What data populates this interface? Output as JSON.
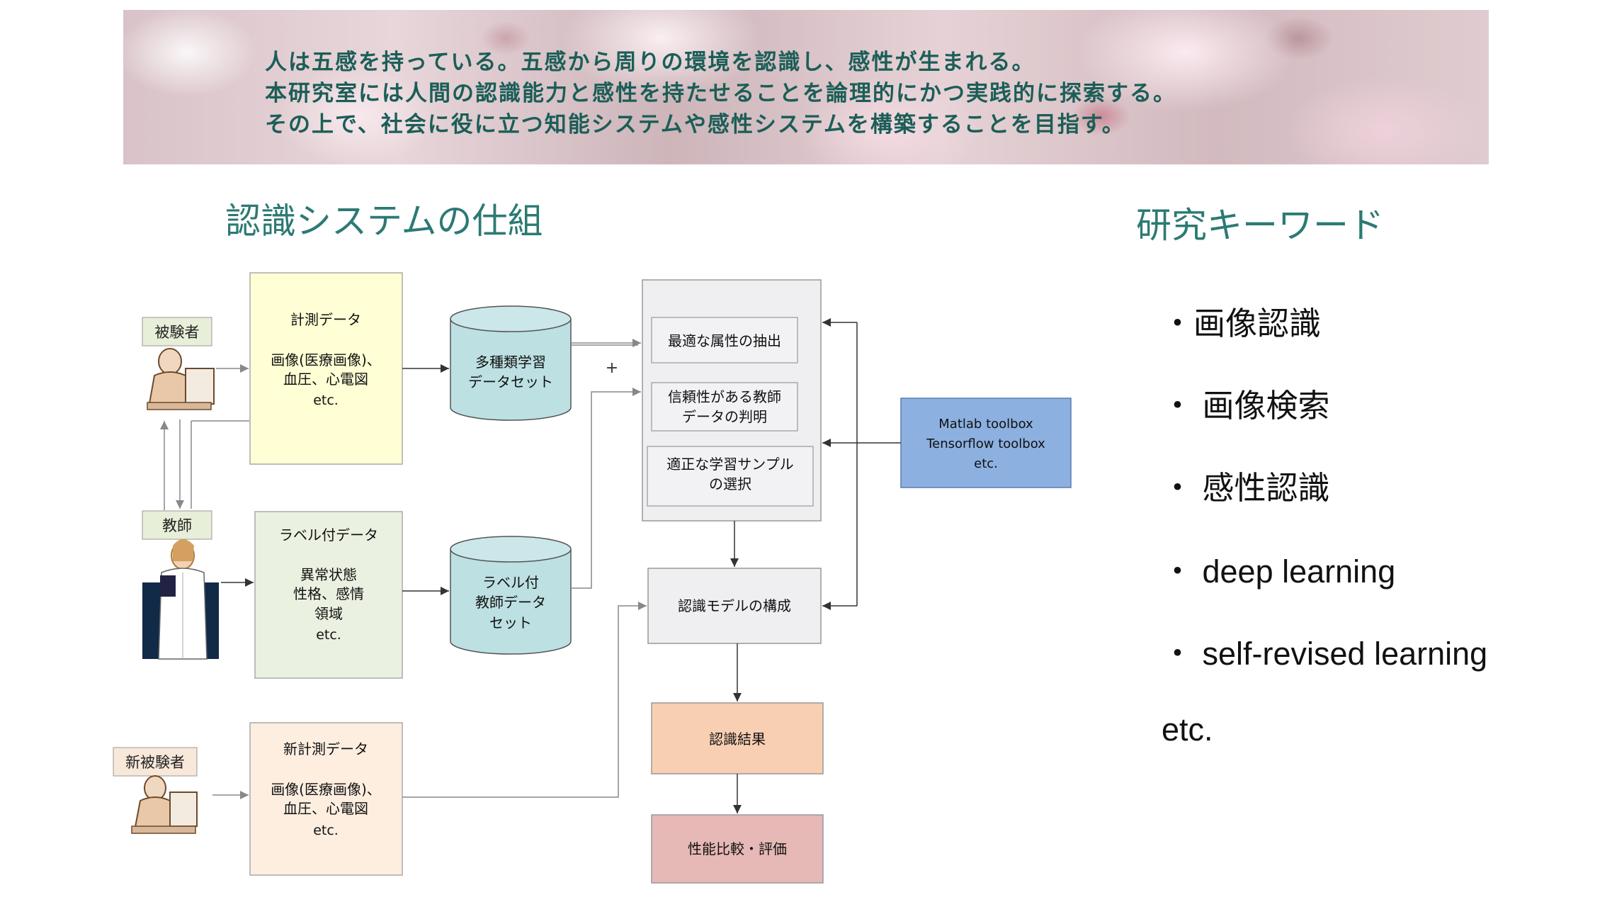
{
  "banner": {
    "lines": [
      "人は五感を持っている。五感から周りの環境を認識し、感性が生まれる。",
      "本研究室には人間の認識能力と感性を持たせることを論理的にかつ実践的に探索する。",
      "その上で、社会に役に立つ知能システムや感性システムを構築することを目指す。"
    ]
  },
  "diagram_title": "認識システムの仕組",
  "keywords_title": "研究キーワード",
  "keywords": [
    "・画像認識",
    "・ 画像検索",
    "・ 感性認識",
    "・ deep learning",
    "・ self-revised learning",
    "etc."
  ],
  "diagram": {
    "subject_label": "被験者",
    "teacher_label": "教師",
    "new_subject_label": "新被験者",
    "measure_box": [
      "計測データ",
      "画像(医療画像)、",
      "血圧、心電図",
      "etc."
    ],
    "label_box": [
      "ラベル付データ",
      "異常状態",
      "性格、感情",
      "領域",
      "etc."
    ],
    "new_measure_box": [
      "新計測データ",
      "画像(医療画像)、",
      "血圧、心電図",
      "etc."
    ],
    "db_train": [
      "多種類学習",
      "データセット"
    ],
    "db_label": [
      "ラベル付",
      "教師データ",
      "セット"
    ],
    "plus": "+",
    "process": {
      "attr": "最適な属性の抽出",
      "teacher_judge": [
        "信頼性がある教師",
        "データの判明"
      ],
      "sample_select": [
        "適正な学習サンプル",
        "の選択"
      ]
    },
    "toolbox": [
      "Matlab toolbox",
      "Tensorflow toolbox",
      "etc."
    ],
    "model": "認識モデルの構成",
    "result": "認識結果",
    "evaluation": "性能比較・評価"
  }
}
